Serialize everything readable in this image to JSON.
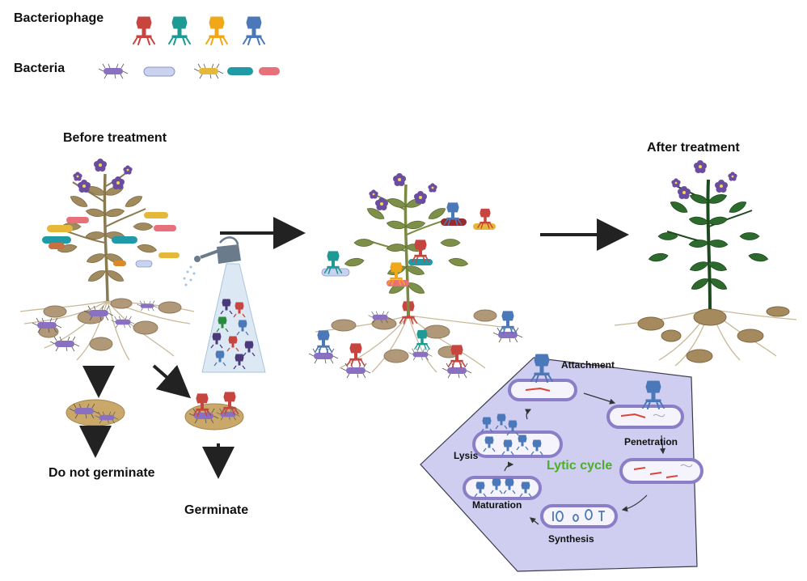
{
  "legend": {
    "bacteriophage_label": "Bacteriophage",
    "bacteria_label": "Bacteria",
    "phage_colors": [
      "#c8453f",
      "#1e9a94",
      "#f0a818",
      "#4a78b8"
    ],
    "bacteria_colors": [
      "#8a70c0",
      "#c9d2ef",
      "#e6b83a",
      "#1f9aa6",
      "#e8707a"
    ]
  },
  "panels": {
    "before": "Before treatment",
    "after": "After treatment"
  },
  "outcomes": {
    "no_germinate": "Do not germinate",
    "germinate": "Germinate"
  },
  "cycle": {
    "title": "Lytic cycle",
    "steps": {
      "attachment": "Attachment",
      "penetration": "Penetration",
      "synthesis": "Synthesis",
      "maturation": "Maturation",
      "lysis": "Lysis"
    }
  },
  "colors": {
    "cycle_bg": "#cfcdf0",
    "infected_leaf": "#a08a5e",
    "treating_leaf": "#7d8f48",
    "healthy_leaf": "#2d6a2e",
    "flower": "#6a4ca0",
    "tuber": "#b09878",
    "spray": "#b9d4ea"
  }
}
